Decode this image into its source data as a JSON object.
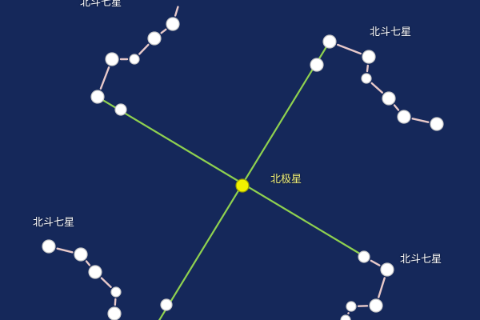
{
  "colors": {
    "sky": "#15285a",
    "guide_line": "#8fd14f",
    "connector": "#e8c9c9",
    "star_fill": "#ffffff",
    "star_edge": "#c9c9c9",
    "polaris_fill": "#f0f000",
    "polaris_edge": "#9aa000",
    "polaris_label": "#f2f27a"
  },
  "labels": {
    "big_dipper_top_left": "北斗七星",
    "big_dipper_top_right": "北斗七星",
    "big_dipper_bottom_left": "北斗七星",
    "big_dipper_bottom_right": "北斗七星",
    "polaris": "北极星"
  },
  "constellations": [
    {
      "name": "top-left"
    },
    {
      "name": "top-right"
    },
    {
      "name": "bottom-left"
    },
    {
      "name": "bottom-right"
    }
  ]
}
